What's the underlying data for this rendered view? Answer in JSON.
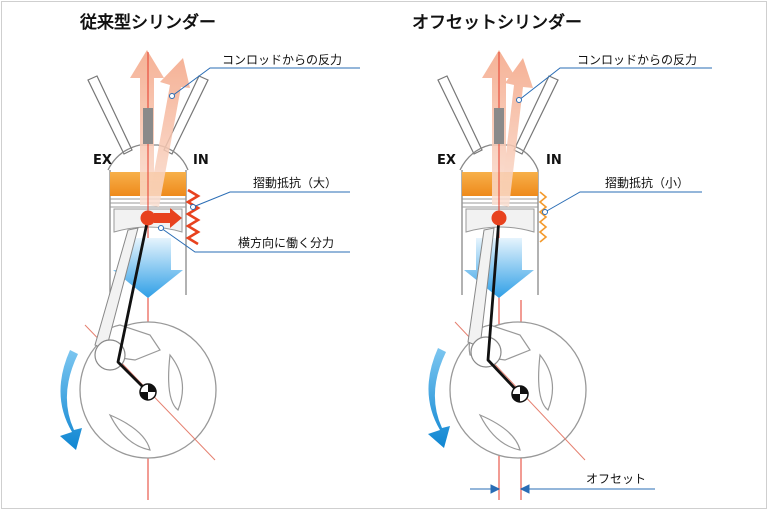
{
  "panels": [
    {
      "title": "従来型シリンダー",
      "exhaust_label": "EX",
      "intake_label": "IN",
      "rod_reaction_label": "コンロッドからの反力",
      "sliding_resistance_label": "摺動抵抗（大）",
      "lateral_force_label": "横方向に働く分力"
    },
    {
      "title": "オフセットシリンダー",
      "exhaust_label": "EX",
      "intake_label": "IN",
      "rod_reaction_label": "コンロッドからの反力",
      "sliding_resistance_label": "摺動抵抗（小）",
      "offset_label": "オフセット"
    }
  ],
  "colors": {
    "piston": "#f39a2c",
    "reaction_arrow": "#f6b49a",
    "down_arrow": "#3aa6e8",
    "rotation_arrow": "#1a8fd6",
    "lateral_arrow": "#e8421e",
    "center_line": "#e53a2a",
    "leader": "#2a6db5"
  }
}
